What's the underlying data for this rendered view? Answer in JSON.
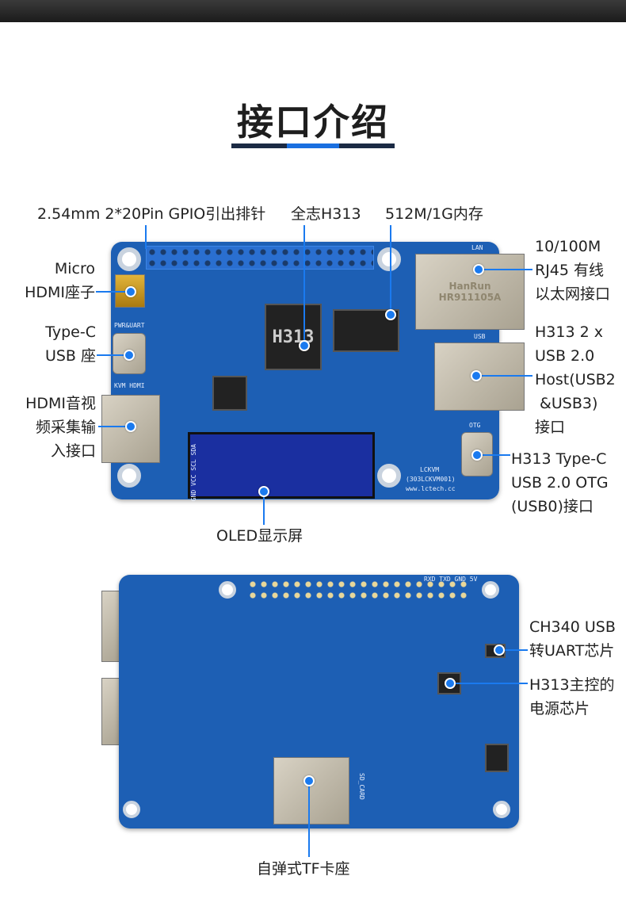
{
  "title": "接口介绍",
  "labels": {
    "gpio": "2.54mm 2*20Pin GPIO引出排针",
    "soc": "全志H313",
    "ram": "512M/1G内存",
    "micro_hdmi": [
      "Micro",
      "HDMI座子"
    ],
    "typec_power": [
      "Type-C",
      "USB 座"
    ],
    "hdmi_capture": [
      "HDMI音视",
      "频采集输",
      "入接口"
    ],
    "oled": "OLED显示屏",
    "rj45": [
      "10/100M",
      "RJ45 有线",
      "以太网接口"
    ],
    "usb_host": [
      "H313 2 x",
      "USB 2.0",
      "Host(USB2",
      " &USB3)",
      "接口"
    ],
    "otg": [
      "H313 Type-C",
      "USB 2.0 OTG",
      "(USB0)接口"
    ],
    "ch340": [
      "CH340 USB",
      "转UART芯片"
    ],
    "power_chip": [
      "H313主控的",
      "电源芯片"
    ],
    "tf": "自弹式TF卡座"
  },
  "silkscreen": {
    "lan": "LAN",
    "usb": "USB",
    "otg": "OTG",
    "pwr": "PWR&UART",
    "kvm": "KVM HDMI",
    "chip": "H313",
    "board": "LCKVM",
    "model": "(303LCKVM001)",
    "url": "www.lctech.cc",
    "rj45_brand": "HanRun",
    "rj45_model": "HR911105A",
    "oled_pins": "GND VCC SCL SDA",
    "sd": "SD_CARD",
    "pins": "RXD TXD GND 5V"
  },
  "colors": {
    "accent": "#1a7aef",
    "board": "#1d5fb4"
  }
}
